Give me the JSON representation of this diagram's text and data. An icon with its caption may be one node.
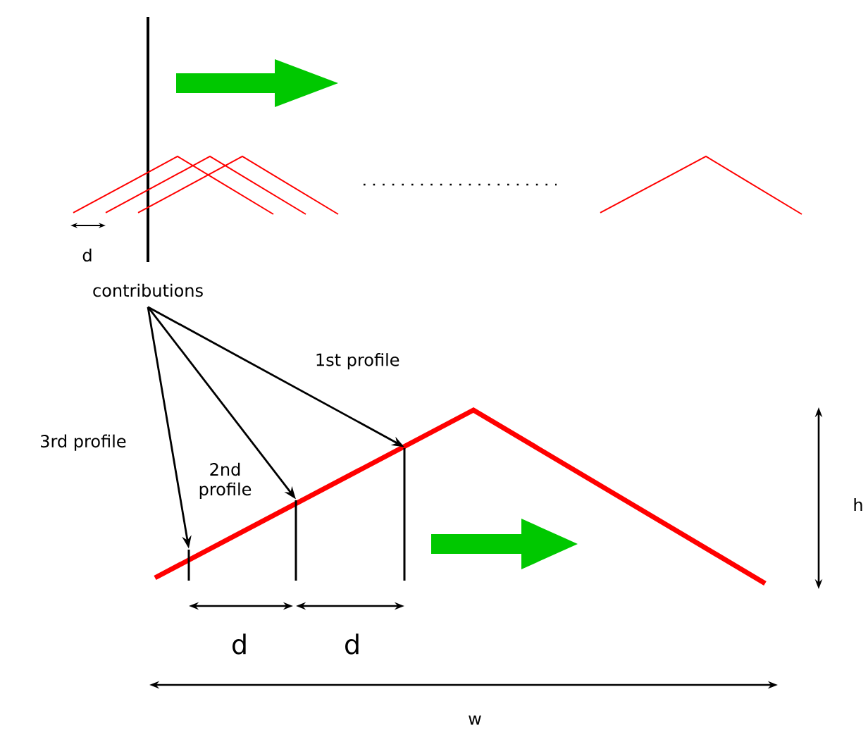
{
  "diagram": {
    "nodes": [
      {
        "text": [
          "contributions"
        ]
      },
      {
        "text": [],
        "shape": "line"
      },
      {
        "text": [],
        "shape": "line"
      },
      {
        "text": [],
        "shape": "line"
      }
    ],
    "edges": [
      {
        "from": 0,
        "to": 3,
        "arrow": "to",
        "label": "1st profile"
      },
      {
        "from": 0,
        "to": 2,
        "arrow": "to",
        "label": "2nd profile"
      },
      {
        "from": 0,
        "to": 1,
        "arrow": "to",
        "label": "3rd profile"
      }
    ],
    "labels": [
      "d",
      "d",
      "d",
      "h",
      "w"
    ]
  }
}
